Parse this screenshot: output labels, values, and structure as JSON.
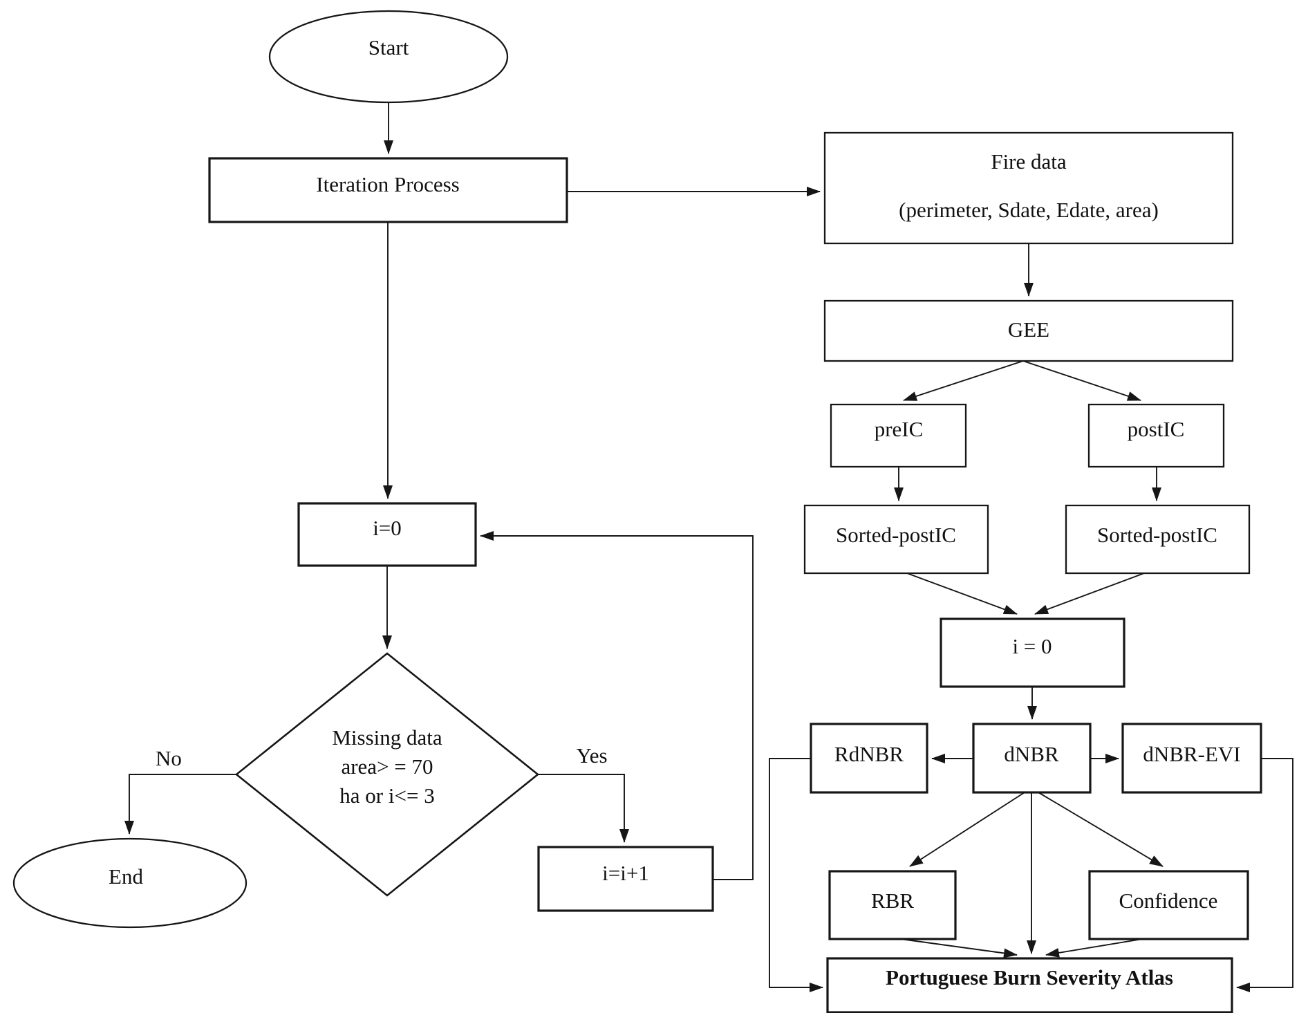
{
  "diagram": {
    "type": "flowchart",
    "colors": {
      "background": "#ffffff",
      "stroke": "#161616",
      "text": "#111111"
    },
    "nodes": {
      "start": {
        "label": "Start"
      },
      "iteration": {
        "label": "Iteration Process"
      },
      "fire_data": {
        "line1": "Fire data",
        "line2": "(perimeter, Sdate, Edate, area)"
      },
      "gee": {
        "label": "GEE"
      },
      "preic": {
        "label": "preIC"
      },
      "postic": {
        "label": "postIC"
      },
      "sorted_left": {
        "label": "Sorted-postIC"
      },
      "sorted_right": {
        "label": "Sorted-postIC"
      },
      "i_zero_right": {
        "label": "i = 0"
      },
      "rdnbr": {
        "label": "RdNBR"
      },
      "dnbr": {
        "label": "dNBR"
      },
      "dnbr_evi": {
        "label": "dNBR-EVI"
      },
      "rbr": {
        "label": "RBR"
      },
      "confidence": {
        "label": "Confidence"
      },
      "atlas": {
        "label": "Portuguese Burn Severity Atlas"
      },
      "i_zero_left": {
        "label": "i=0"
      },
      "decision": {
        "line1": "Missing data",
        "line2": "area> = 70",
        "line3": "ha or i<= 3"
      },
      "end": {
        "label": "End"
      },
      "i_plus": {
        "label": "i=i+1"
      }
    },
    "edge_labels": {
      "no": "No",
      "yes": "Yes"
    }
  }
}
